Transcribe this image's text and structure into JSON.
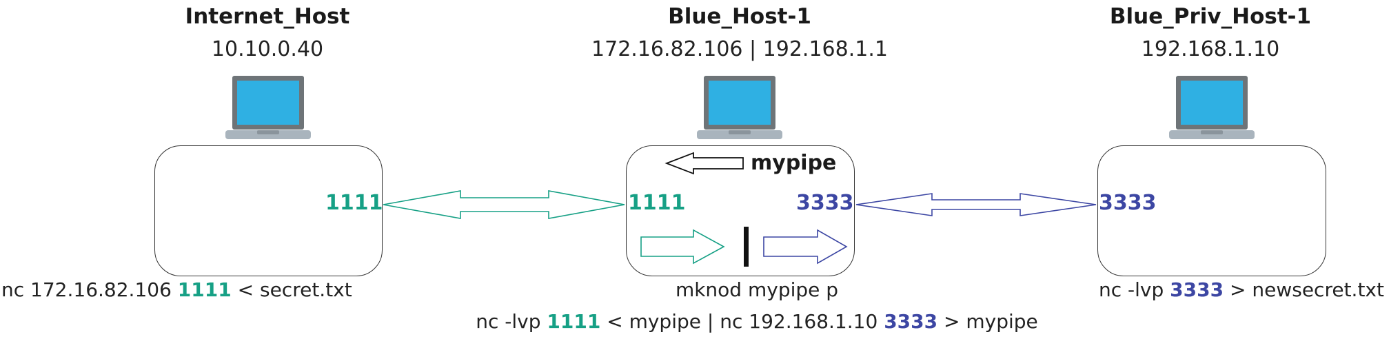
{
  "hosts": [
    {
      "name": "Internet_Host",
      "ip": "10.10.0.40"
    },
    {
      "name": "Blue_Host-1",
      "ip": "172.16.82.106 | 192.168.1.1"
    },
    {
      "name": "Blue_Priv_Host-1",
      "ip": "192.168.1.10"
    }
  ],
  "ports": {
    "internet_port": "1111",
    "blue_in_port": "1111",
    "blue_out_port": "3333",
    "priv_port": "3333"
  },
  "pipe_label": "mypipe",
  "commands": {
    "internet": {
      "pre": "nc 172.16.82.106 ",
      "port": "1111",
      "post": " < secret.txt"
    },
    "blue_mknod": "mknod mypipe p",
    "blue_relay": {
      "pre": "nc -lvp ",
      "port1": "1111",
      "mid": " < mypipe | nc 192.168.1.10 ",
      "port2": "3333",
      "post": " > mypipe"
    },
    "priv": {
      "pre": "nc -lvp ",
      "port": "3333",
      "post": " > newsecret.txt"
    }
  },
  "colors": {
    "green": "#16a085",
    "blue": "#3c46a3",
    "laptop_screen": "#2fb0e3",
    "laptop_body": "#6e7478",
    "laptop_base": "#a9b4bd"
  }
}
